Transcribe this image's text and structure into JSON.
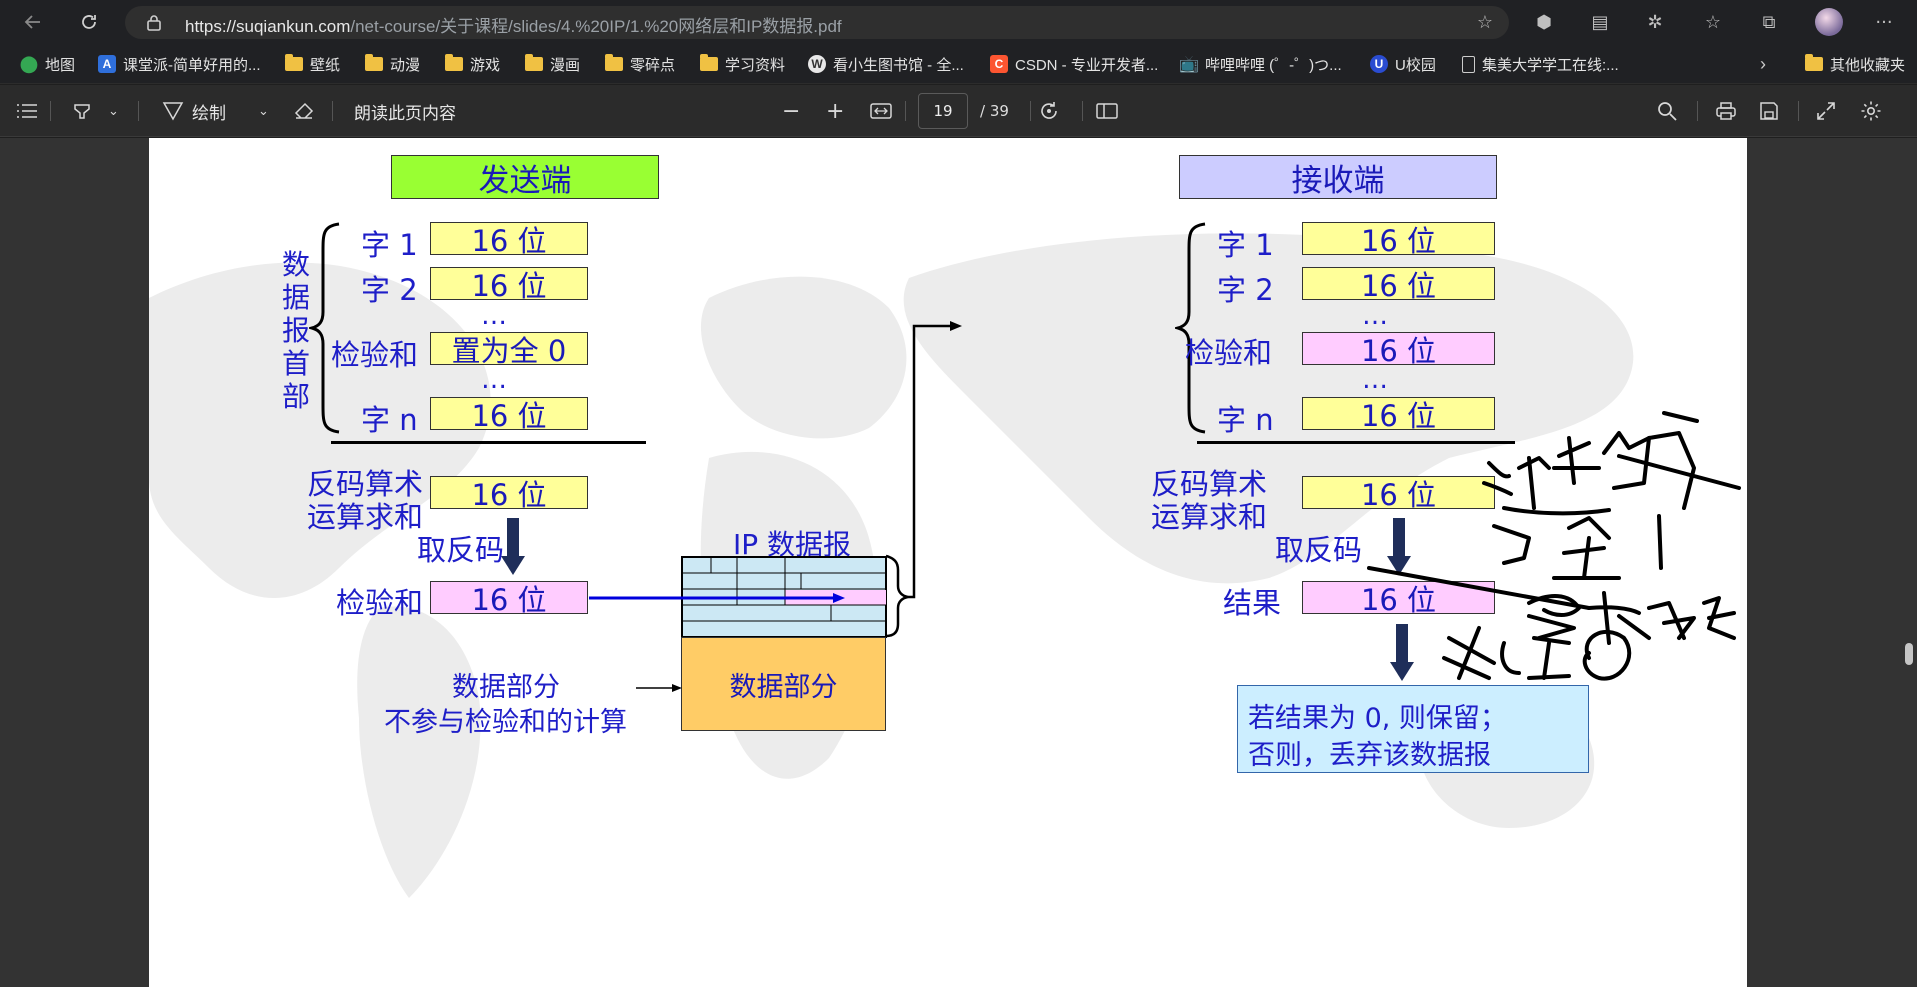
{
  "browser": {
    "url_host": "https://suqiankun.com",
    "url_path": "/net-course/关于课程/slides/4.%20IP/1.%20网络层和IP数据报.pdf"
  },
  "bookmarks": [
    {
      "label": "地图",
      "icon": "maps-icon"
    },
    {
      "label": "课堂派-简单好用的...",
      "icon": "ketangpai-icon"
    },
    {
      "label": "壁纸",
      "icon": "folder-icon"
    },
    {
      "label": "动漫",
      "icon": "folder-icon"
    },
    {
      "label": "游戏",
      "icon": "folder-icon"
    },
    {
      "label": "漫画",
      "icon": "folder-icon"
    },
    {
      "label": "零碎点",
      "icon": "folder-icon"
    },
    {
      "label": "学习资料",
      "icon": "folder-icon"
    },
    {
      "label": "看小生图书馆 - 全...",
      "icon": "wordpress-icon"
    },
    {
      "label": "CSDN - 专业开发者...",
      "icon": "csdn-icon"
    },
    {
      "label": "哔哩哔哩 (゜-゜)つ...",
      "icon": "bilibili-icon"
    },
    {
      "label": "U校园",
      "icon": "uxiaoyuan-icon"
    },
    {
      "label": "集美大学学工在线:...",
      "icon": "page-icon"
    }
  ],
  "other_bookmarks": "其他收藏夹",
  "pdf_toolbar": {
    "draw_label": "绘制",
    "read_aloud_label": "朗读此页内容",
    "page_current": "19",
    "page_total": "/ 39"
  },
  "slide": {
    "sender": {
      "title": "发送端",
      "header_label": "数\n据\n报\n首\n部",
      "rows": [
        {
          "label": "字 1",
          "value": "16 位"
        },
        {
          "label": "字 2",
          "value": "16 位"
        },
        {
          "label": "检验和",
          "value": "置为全 0"
        },
        {
          "label": "字 n",
          "value": "16 位"
        }
      ],
      "dots": "…",
      "sum_label_1": "反码算术",
      "sum_label_2": "运算求和",
      "sum_value": "16 位",
      "invert_label": "取反码",
      "checksum_label": "检验和",
      "checksum_value": "16 位"
    },
    "receiver": {
      "title": "接收端",
      "rows": [
        {
          "label": "字 1",
          "value": "16 位"
        },
        {
          "label": "字 2",
          "value": "16 位"
        },
        {
          "label": "检验和",
          "value": "16 位"
        },
        {
          "label": "字 n",
          "value": "16 位"
        }
      ],
      "dots": "…",
      "sum_label_1": "反码算术",
      "sum_label_2": "运算求和",
      "sum_value": "16 位",
      "invert_label": "取反码",
      "result_label": "结果",
      "result_value": "16 位",
      "verdict_line1": "若结果为 0, 则保留；",
      "verdict_line2": "否则，丢弃该数据报"
    },
    "datagram": {
      "title": "IP 数据报",
      "data_part": "数据部分",
      "note_line1": "数据部分",
      "note_line2": "不参与检验和的计算"
    },
    "handwriting_note": "这里要为全1 取反后为全0"
  },
  "colors": {
    "sender_title_bg": "#99ff33",
    "receiver_title_bg": "#ccccff",
    "field_yellow": "#ffff99",
    "field_pink": "#ffccff",
    "datagram_header": "#cce8f4",
    "data_part": "#ffcc66",
    "verdict_bg": "#cceeff",
    "text_blue": "#1e1ec8"
  }
}
